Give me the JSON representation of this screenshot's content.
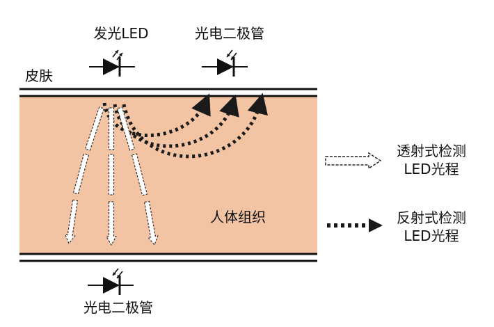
{
  "labels": {
    "led_emitter": "发光LED",
    "photodiode_top": "光电二极管",
    "photodiode_bottom": "光电二极管",
    "skin": "皮肤",
    "tissue": "人体组织"
  },
  "legend": {
    "transmission": {
      "line1": "透射式检测",
      "line2": "LED光程"
    },
    "reflection": {
      "line1": "反射式检测",
      "line2": "LED光程"
    }
  },
  "colors": {
    "tissue": "#f2c4a4",
    "line": "#111111",
    "transmission_arrow_fill": "#ffffff",
    "reflection_arrow": "#1a1a1a"
  },
  "icons": {
    "emitter": "led-diode-icon",
    "detector": "photodiode-icon"
  }
}
